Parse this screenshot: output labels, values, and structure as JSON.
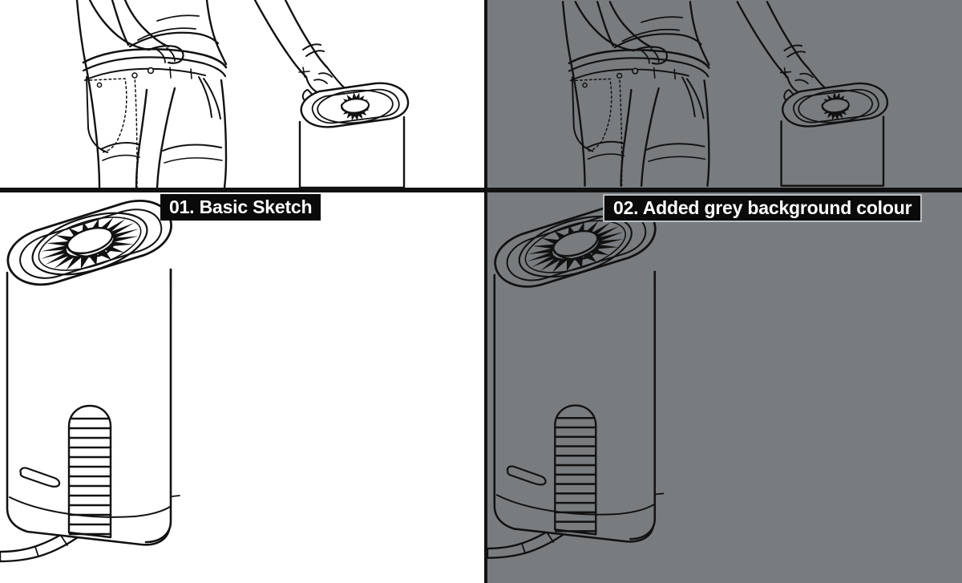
{
  "document": {
    "type": "product-illustration-tutorial",
    "layout": "2x2-grid",
    "step_count": 2
  },
  "colors": {
    "background_white": "#ffffff",
    "background_grey": "#787c7f",
    "ink": "#111111",
    "caption_background": "#0a0a0a",
    "caption_text": "#ffffff",
    "caption_border": "#b9bcbe"
  },
  "panels": [
    {
      "id": "top-left",
      "name": "scene-line-art-white",
      "background": "white",
      "content": "Line drawing of a person from waist to knees in jeans, reaching down with one hand to touch the top of a tall rounded-square speaker device"
    },
    {
      "id": "top-right",
      "name": "scene-line-art-grey",
      "background": "grey",
      "content": "Same line drawing of the person and device, rendered over a flat grey background fill"
    },
    {
      "id": "bottom-left",
      "name": "device-line-art-white",
      "background": "white",
      "content": "Three-quarter view line drawing of the speaker device with radial fan grille on top, slotted vent on the front and a segmented cable trailing off to the left"
    },
    {
      "id": "bottom-right",
      "name": "device-line-art-grey",
      "background": "grey",
      "content": "Same device line drawing rendered over a flat grey background fill"
    }
  ],
  "captions": [
    {
      "id": "caption-01",
      "label": "01. Basic Sketch",
      "panel": "top-left"
    },
    {
      "id": "caption-02",
      "label": "02. Added grey background colour",
      "panel": "top-right"
    }
  ],
  "device": {
    "name": "cylindrical-speaker",
    "features": [
      "rounded-square top face",
      "radial fan blade grille",
      "central cylindrical hub",
      "front horizontal slot vent",
      "oval status indicator",
      "segmented power cable"
    ],
    "fan_blade_count": 20,
    "vent_slot_count": 13
  }
}
